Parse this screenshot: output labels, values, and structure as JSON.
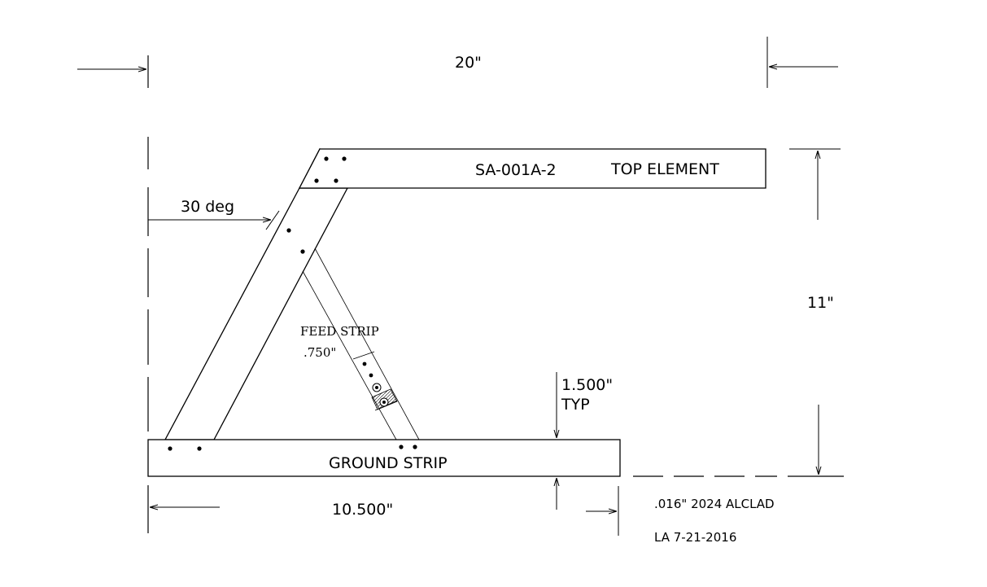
{
  "dimensions": {
    "overall_width": "20\"",
    "height": "11\"",
    "angle": "30 deg",
    "ground_length": "10.500\"",
    "strip_width": "1.500\"",
    "strip_width_note": "TYP",
    "feed_width": ".750\""
  },
  "parts": {
    "top_element_number": "SA-001A-2",
    "top_element_name": "TOP ELEMENT",
    "ground_strip": "GROUND STRIP",
    "feed_strip": "FEED STRIP"
  },
  "notes": {
    "material": ".016\" 2024 ALCLAD",
    "author_date": "LA 7-21-2016"
  }
}
